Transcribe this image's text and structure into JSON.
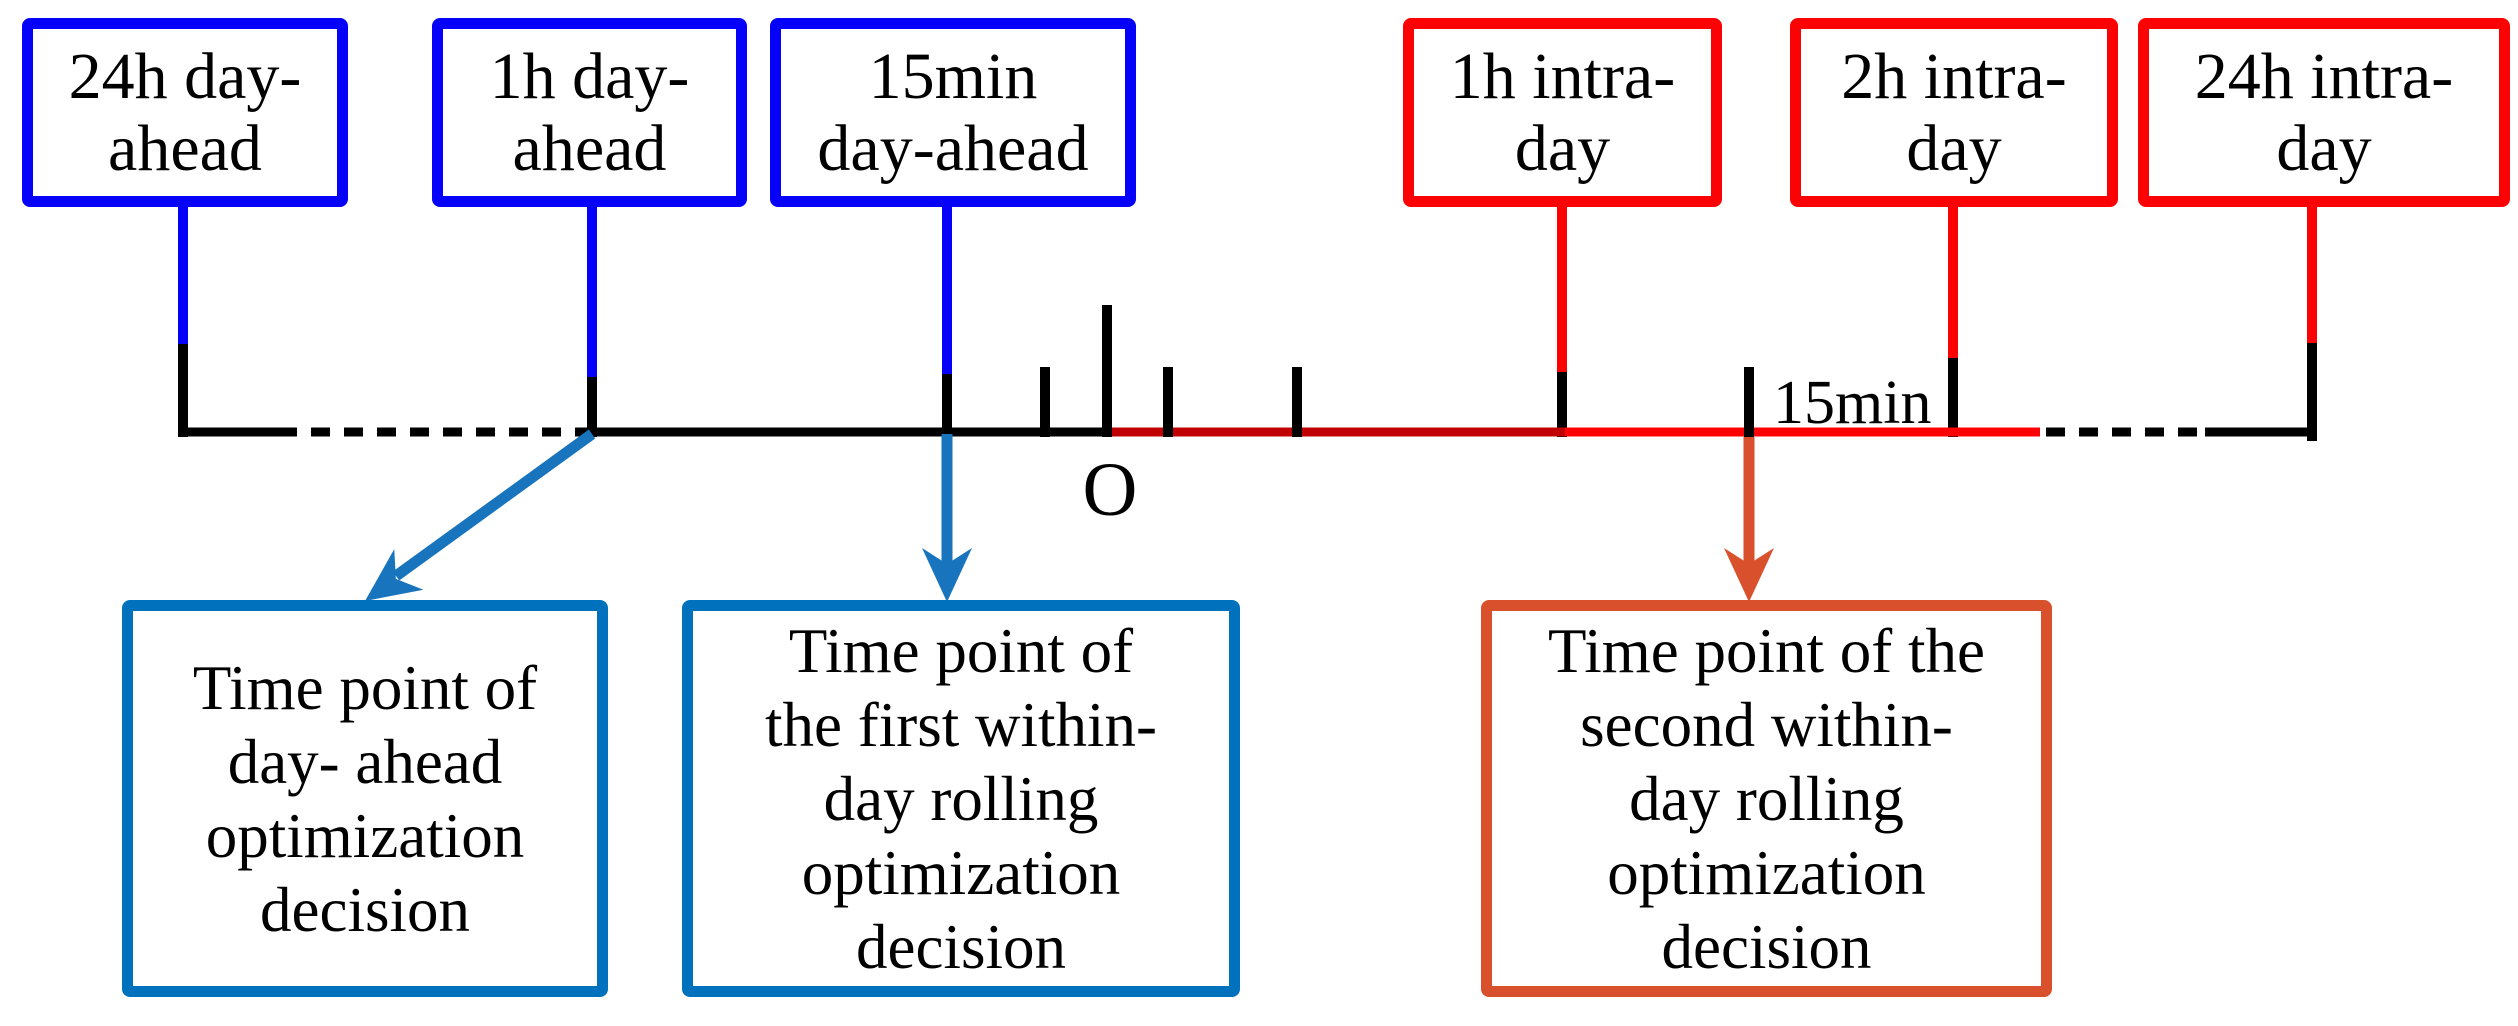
{
  "colors": {
    "day_ahead_box_border": "#0602FA",
    "intra_day_box_border": "#FB0204",
    "timeline_black": "#000000",
    "timeline_dark_red": "#C00000",
    "timeline_red": "#FB0204",
    "decision_blue": "#0071BC",
    "decision_orange": "#D9512C",
    "arrow_blue": "#1874BD",
    "arrow_orange": "#D9512C",
    "text": "#000000"
  },
  "top_boxes": [
    {
      "name": "24h-day-ahead",
      "group": "day-ahead",
      "label": "24h day-\nahead"
    },
    {
      "name": "1h-day-ahead",
      "group": "day-ahead",
      "label": "1h day-\nahead"
    },
    {
      "name": "15min-day-ahead",
      "group": "day-ahead",
      "label": "15min\nday-ahead"
    },
    {
      "name": "1h-intra-day",
      "group": "intra-day",
      "label": "1h intra-\nday"
    },
    {
      "name": "2h-intra-day",
      "group": "intra-day",
      "label": "2h intra-\nday"
    },
    {
      "name": "24h-intra-day",
      "group": "intra-day",
      "label": "24h intra-\nday"
    }
  ],
  "timeline": {
    "origin_label": "O",
    "interval_label": "15min"
  },
  "bottom_boxes": [
    {
      "name": "day-ahead-decision",
      "label": "Time point of\nday- ahead\noptimization\ndecision"
    },
    {
      "name": "first-rolling-decision",
      "label": "Time point of\nthe first within-\nday rolling\noptimization\ndecision"
    },
    {
      "name": "second-rolling-decision",
      "label": "Time point of the\nsecond within-\nday rolling\noptimization\ndecision"
    }
  ]
}
